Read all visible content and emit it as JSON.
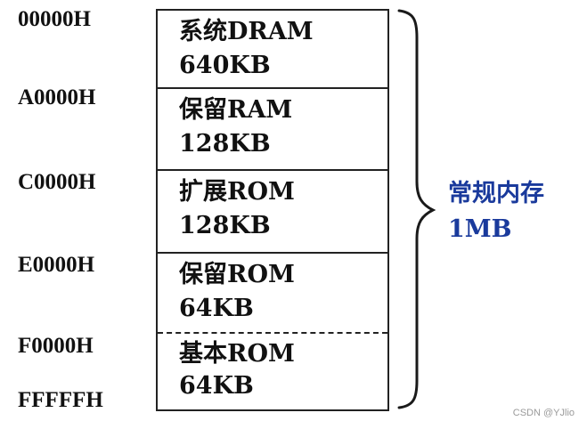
{
  "addresses": [
    "00000H",
    "A0000H",
    "C0000H",
    "E0000H",
    "F0000H",
    "FFFFFH"
  ],
  "segments": [
    {
      "name": "系统DRAM",
      "size": "640KB"
    },
    {
      "name": "保留RAM",
      "size": "128KB"
    },
    {
      "name": "扩展ROM",
      "size": "128KB"
    },
    {
      "name": "保留ROM",
      "size": "64KB"
    },
    {
      "name": "基本ROM",
      "size": "64KB"
    }
  ],
  "total": {
    "label": "常规内存",
    "size": "1MB",
    "color": "#1a3a9c"
  },
  "watermark": "CSDN @YJlio"
}
